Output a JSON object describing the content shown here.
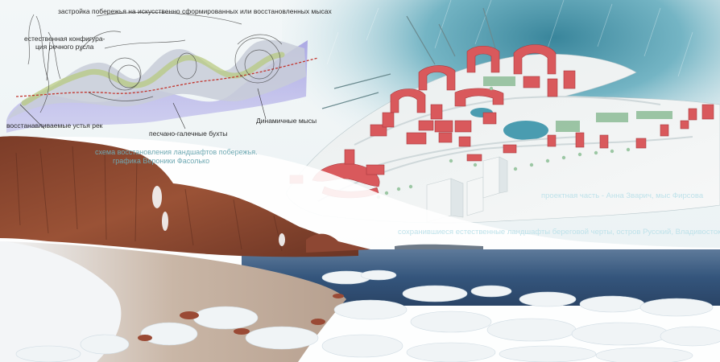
{
  "sketch": {
    "title": "застройка побережья на искусственно сформированных или восстановленных мысах",
    "natural_config": "естественная конфигура-\nция речного русла",
    "river_mouths": "восстанавливаемые устья рек",
    "sand_bays": "песчано-галечные бухты",
    "dynamic_capes": "Динамичные мысы",
    "caption_line1": "схема восстановления ландшафтов побережья.",
    "caption_line2": "графика Вероники Фасолько"
  },
  "project": {
    "credit": "проектная часть - Анна Зварич, мыс Фирсова",
    "preserved": "сохранившиеся естественные ландшафты береговой черты, остров Русский, Владивосток"
  },
  "colors": {
    "water_teal": "#4a9cb0",
    "building_red": "#d9595c",
    "sketch_purple": "#8f8ad6",
    "sea_blue": "#2e4d73",
    "cliff_rust": "#8a4a32"
  }
}
